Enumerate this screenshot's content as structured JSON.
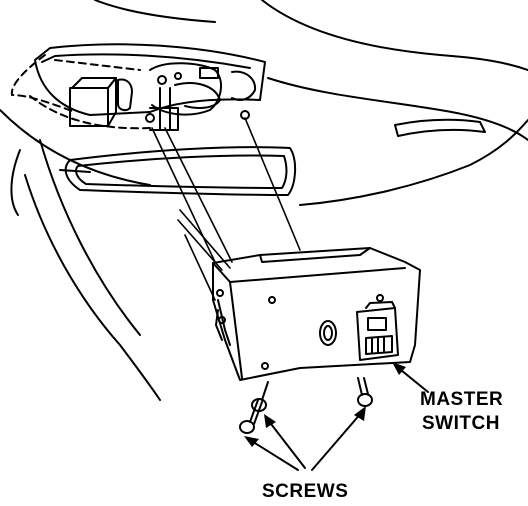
{
  "labels": {
    "master_switch_line1": "MASTER",
    "master_switch_line2": "SWITCH",
    "screws": "SCREWS"
  },
  "colors": {
    "ink": "#000000",
    "paper": "#ffffff"
  }
}
